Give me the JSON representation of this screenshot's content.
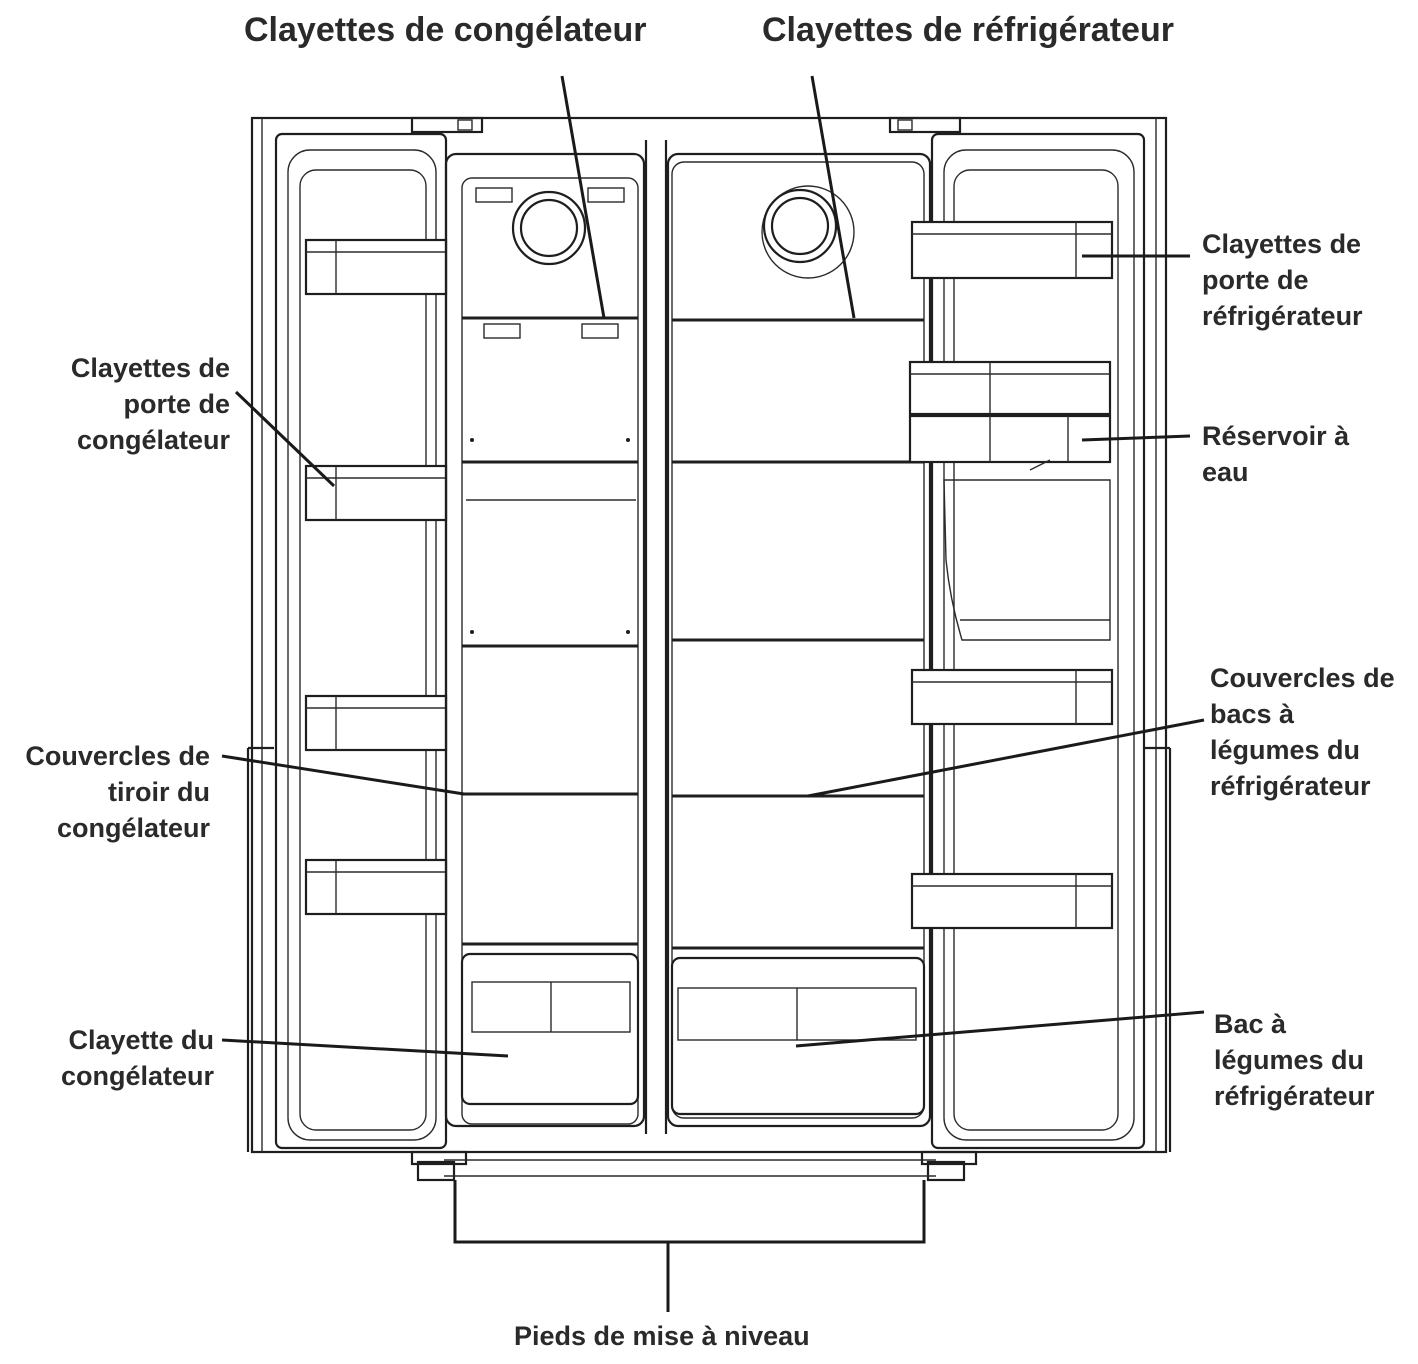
{
  "labels": {
    "freezer_shelves": "Clayettes de congélateur",
    "fridge_shelves": "Clayettes de réfrigérateur",
    "fridge_door_shelves": [
      "Clayettes de",
      "porte de",
      "réfrigérateur"
    ],
    "freezer_door_shelves": [
      "Clayettes de",
      "porte de",
      "congélateur"
    ],
    "water_tank": [
      "Réservoir à",
      "eau"
    ],
    "crisper_covers": [
      "Couvercles de",
      "bacs à",
      "légumes du",
      "réfrigérateur"
    ],
    "freezer_drawer_covers": [
      "Couvercles de",
      "tiroir du",
      "congélateur"
    ],
    "freezer_shelf": [
      "Clayette du",
      "congélateur"
    ],
    "crisper": [
      "Bac à",
      "légumes du",
      "réfrigérateur"
    ],
    "leveling_feet": "Pieds de mise à niveau"
  }
}
